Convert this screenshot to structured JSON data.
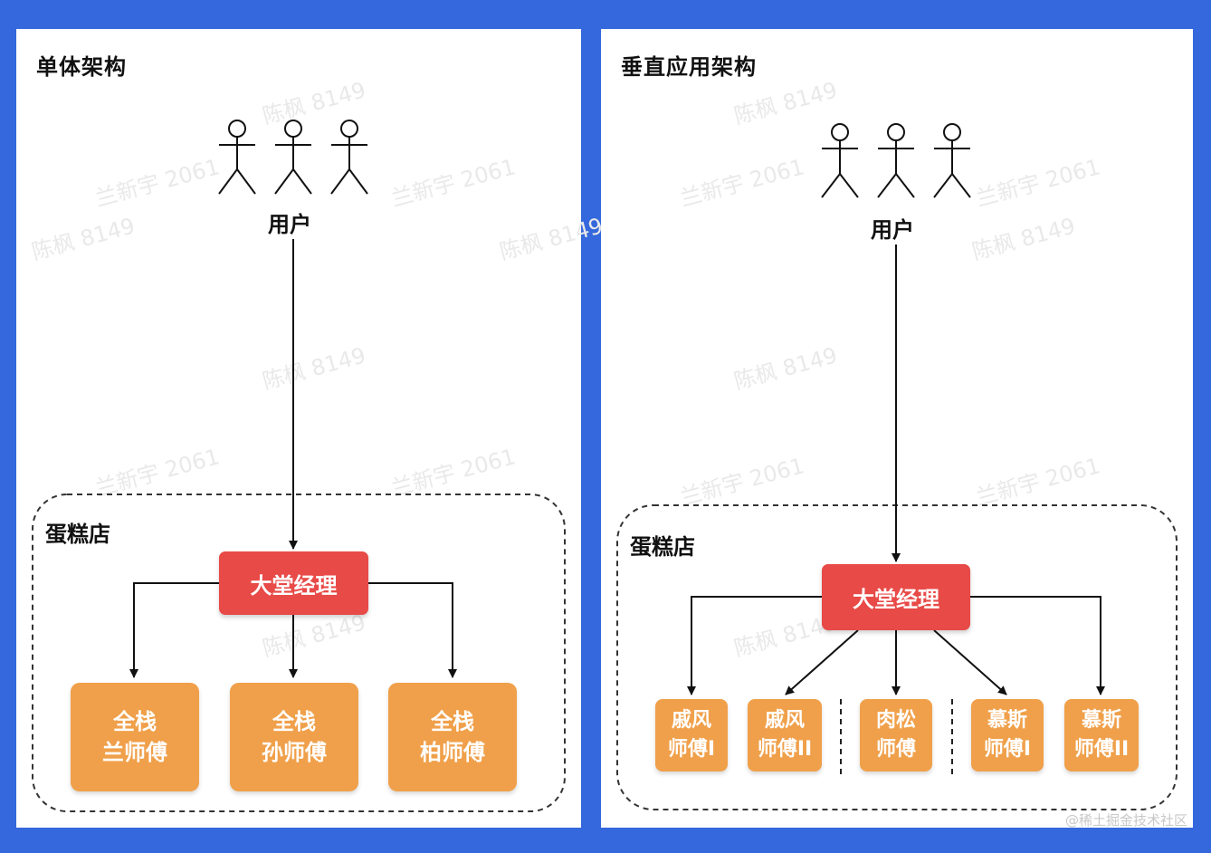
{
  "left": {
    "title": "单体架构",
    "users_label": "用户",
    "store_label": "蛋糕店",
    "manager": "大堂经理",
    "workers": [
      {
        "line1": "全栈",
        "line2": "兰师傅"
      },
      {
        "line1": "全栈",
        "line2": "孙师傅"
      },
      {
        "line1": "全栈",
        "line2": "柏师傅"
      }
    ]
  },
  "right": {
    "title": "垂直应用架构",
    "users_label": "用户",
    "store_label": "蛋糕店",
    "manager": "大堂经理",
    "workers": [
      {
        "line1": "戚风",
        "line2": "师傅I"
      },
      {
        "line1": "戚风",
        "line2": "师傅II"
      },
      {
        "line1": "肉松",
        "line2": "师傅"
      },
      {
        "line1": "慕斯",
        "line2": "师傅I"
      },
      {
        "line1": "慕斯",
        "line2": "师傅II"
      }
    ]
  },
  "watermarks": {
    "a": "陈枫 8149",
    "b": "兰新宇 2061"
  },
  "footer_credit": "@稀土掘金技术社区",
  "colors": {
    "background": "#3468dc",
    "manager": "#e84a47",
    "worker": "#f0a04a"
  }
}
